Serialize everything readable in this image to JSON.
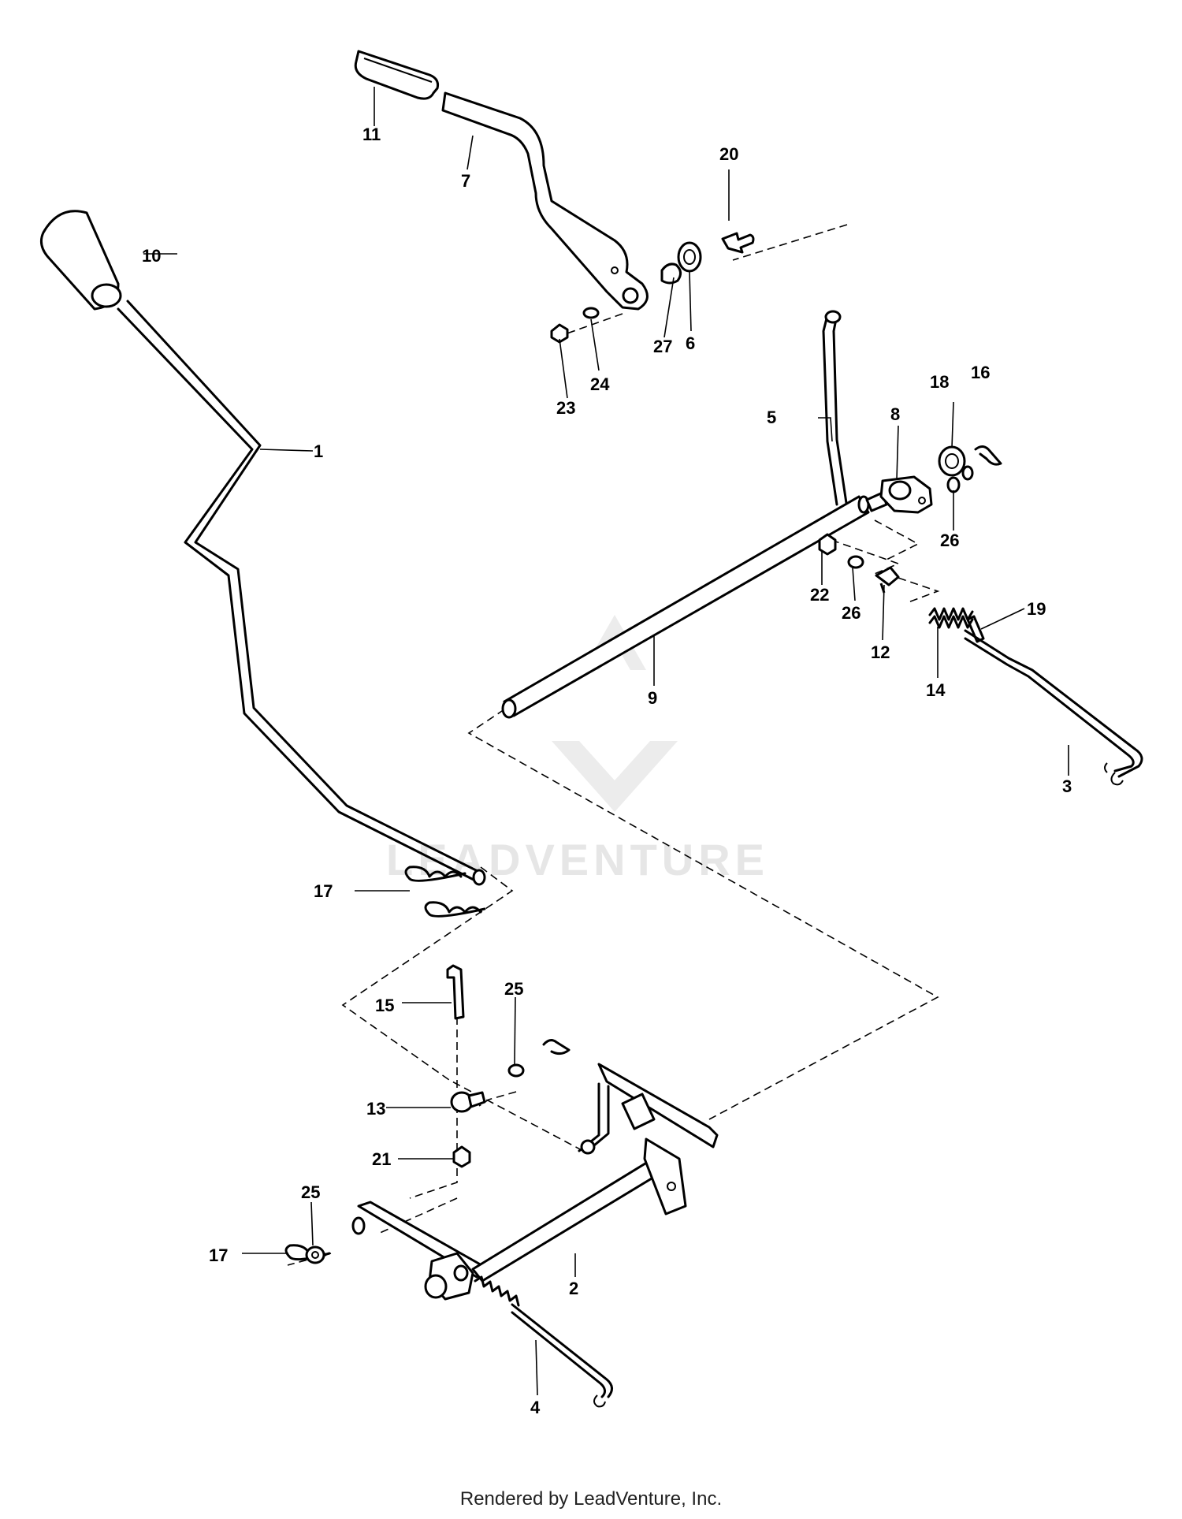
{
  "watermark": "LEADVENTURE",
  "footer": "Rendered by LeadVenture, Inc.",
  "callouts": {
    "p1": "1",
    "p2": "2",
    "p3": "3",
    "p4": "4",
    "p5": "5",
    "p6": "6",
    "p7": "7",
    "p8": "8",
    "p9": "9",
    "p10": "10",
    "p11": "11",
    "p12": "12",
    "p13": "13",
    "p14": "14",
    "p15": "15",
    "p16": "16",
    "p17a": "17",
    "p17b": "17",
    "p18": "18",
    "p19": "19",
    "p20": "20",
    "p21": "21",
    "p22": "22",
    "p23": "23",
    "p24": "24",
    "p25a": "25",
    "p25b": "25",
    "p26a": "26",
    "p26b": "26",
    "p27": "27"
  }
}
